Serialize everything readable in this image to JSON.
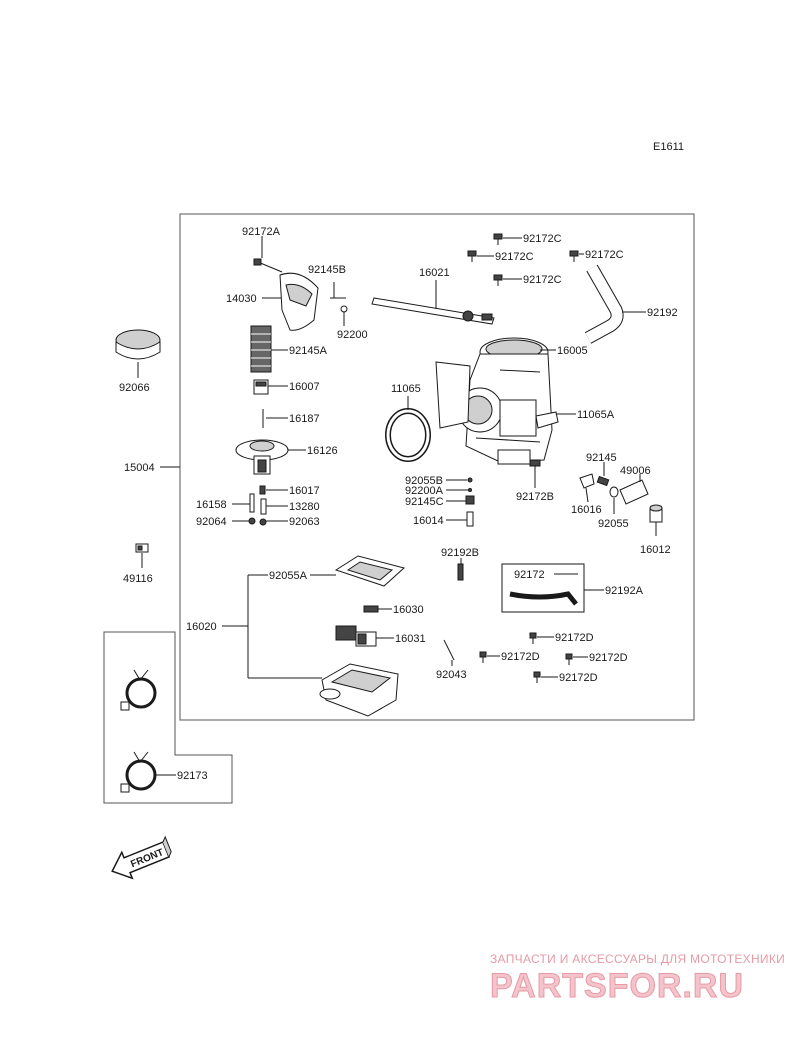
{
  "diagram_code": "E1611",
  "front_label": "FRONT",
  "watermark": {
    "tagline": "ЗАПЧАСТИ И АКСЕССУАРЫ ДЛЯ МОТОТЕХНИКИ",
    "brand": "PARTSFOR.RU"
  },
  "labels": {
    "p92172A": "92172A",
    "p92145B": "92145B",
    "p14030": "14030",
    "p92200": "92200",
    "p92145A": "92145A",
    "p16007": "16007",
    "p16187": "16187",
    "p16126": "16126",
    "p16017": "16017",
    "p16158": "16158",
    "p13280": "13280",
    "p92064": "92064",
    "p92063": "92063",
    "p92066": "92066",
    "p15004": "15004",
    "p49116": "49116",
    "p16021": "16021",
    "p92172C_1": "92172C",
    "p92172C_2": "92172C",
    "p92172C_3": "92172C",
    "p92172C_4": "92172C",
    "p92192": "92192",
    "p16005": "16005",
    "p11065": "11065",
    "p11065A": "11065A",
    "p92055B": "92055B",
    "p92200A": "92200A",
    "p92145C": "92145C",
    "p16014": "16014",
    "p92172B": "92172B",
    "p92145": "92145",
    "p49006": "49006",
    "p16016": "16016",
    "p92055": "92055",
    "p16012": "16012",
    "p92192B": "92192B",
    "p92172": "92172",
    "p92192A": "92192A",
    "p92055A": "92055A",
    "p16020": "16020",
    "p16030": "16030",
    "p16031": "16031",
    "p92043": "92043",
    "p92172D_1": "92172D",
    "p92172D_2": "92172D",
    "p92172D_3": "92172D",
    "p92172D_4": "92172D",
    "p92173": "92173"
  }
}
